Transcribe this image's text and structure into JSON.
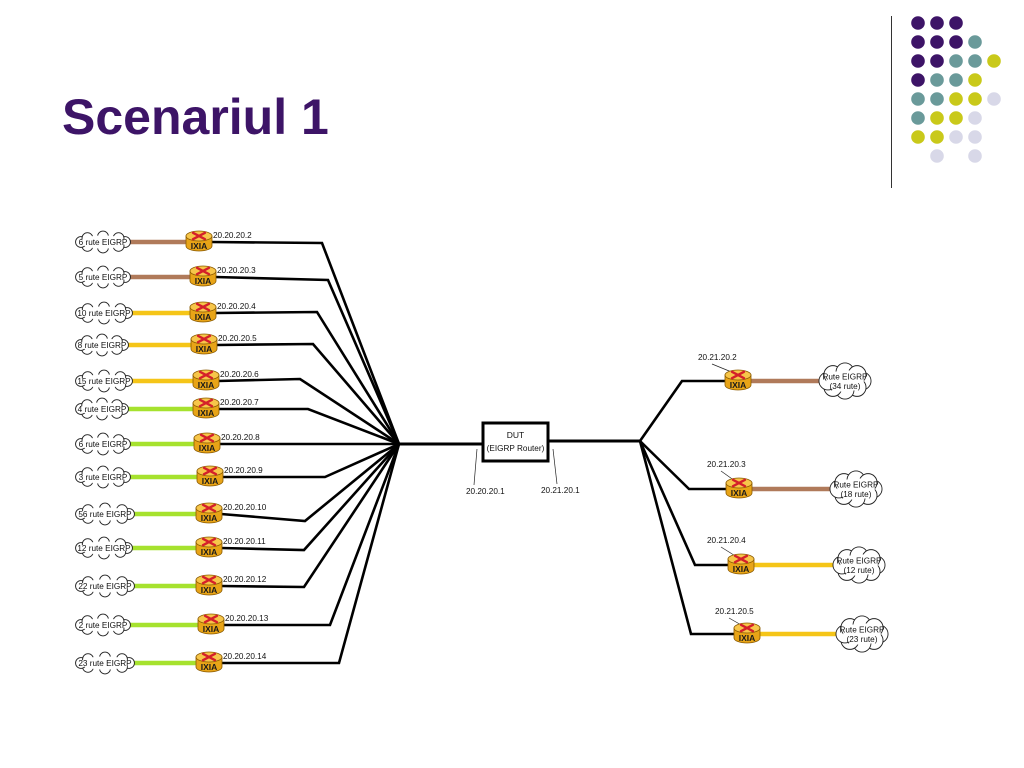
{
  "slide": {
    "title": "Scenariul 1"
  },
  "palette": {
    "purple": "#3d1467",
    "teal": "#6a9a9a",
    "yellow_green": "#c9c91a",
    "lavender": "#d8d8e8",
    "link_brown": "#b07a5a",
    "link_yellow": "#f5c518",
    "link_green": "#a6e22e"
  },
  "decor_dots": [
    [
      "purple",
      "purple",
      "purple",
      null,
      null
    ],
    [
      "purple",
      "purple",
      "purple",
      "teal",
      null
    ],
    [
      "purple",
      "purple",
      "teal",
      "teal",
      "yellow_green"
    ],
    [
      "purple",
      "teal",
      "teal",
      "yellow_green",
      null
    ],
    [
      "teal",
      "teal",
      "yellow_green",
      "yellow_green",
      "lavender"
    ],
    [
      "teal",
      "yellow_green",
      "yellow_green",
      "lavender",
      null
    ],
    [
      "yellow_green",
      "yellow_green",
      "lavender",
      "lavender",
      null
    ],
    [
      null,
      "lavender",
      null,
      "lavender",
      null
    ]
  ],
  "dut": {
    "label": "DUT",
    "sublabel": "(EIGRP Router)",
    "ip_left": "20.20.20.1",
    "ip_right": "20.21.20.1"
  },
  "ixia_label": "IXIA",
  "left_nodes": [
    {
      "cloud": "6 rute EIGRP",
      "ip": "20.20.20.2",
      "link": "link_brown"
    },
    {
      "cloud": "5 rute EIGRP",
      "ip": "20.20.20.3",
      "link": "link_brown"
    },
    {
      "cloud": "10 rute EIGRP",
      "ip": "20.20.20.4",
      "link": "link_yellow"
    },
    {
      "cloud": "8 rute EIGRP",
      "ip": "20.20.20.5",
      "link": "link_yellow"
    },
    {
      "cloud": "15 rute EIGRP",
      "ip": "20.20.20.6",
      "link": "link_yellow"
    },
    {
      "cloud": "4 rute EIGRP",
      "ip": "20.20.20.7",
      "link": "link_green"
    },
    {
      "cloud": "6 rute EIGRP",
      "ip": "20.20.20.8",
      "link": "link_green"
    },
    {
      "cloud": "3 rute EIGRP",
      "ip": "20.20.20.9",
      "link": "link_green"
    },
    {
      "cloud": "56 rute EIGRP",
      "ip": "20.20.20.10",
      "link": "link_green"
    },
    {
      "cloud": "12 rute EIGRP",
      "ip": "20.20.20.11",
      "link": "link_green"
    },
    {
      "cloud": "22 rute EIGRP",
      "ip": "20.20.20.12",
      "link": "link_green"
    },
    {
      "cloud": "2 rute EIGRP",
      "ip": "20.20.20.13",
      "link": "link_green"
    },
    {
      "cloud": "23 rute EIGRP",
      "ip": "20.20.20.14",
      "link": "link_green"
    }
  ],
  "right_nodes": [
    {
      "cloud_line1": "Rute EIGRP",
      "cloud_line2": "(34 rute)",
      "ip": "20.21.20.2",
      "link": "link_brown"
    },
    {
      "cloud_line1": "Rute EIGRP",
      "cloud_line2": "(18 rute)",
      "ip": "20.21.20.3",
      "link": "link_brown"
    },
    {
      "cloud_line1": "Rute EIGRP",
      "cloud_line2": "(12 rute)",
      "ip": "20.21.20.4",
      "link": "link_yellow"
    },
    {
      "cloud_line1": "Rute EIGRP",
      "cloud_line2": "(23 rute)",
      "ip": "20.21.20.5",
      "link": "link_yellow"
    }
  ]
}
